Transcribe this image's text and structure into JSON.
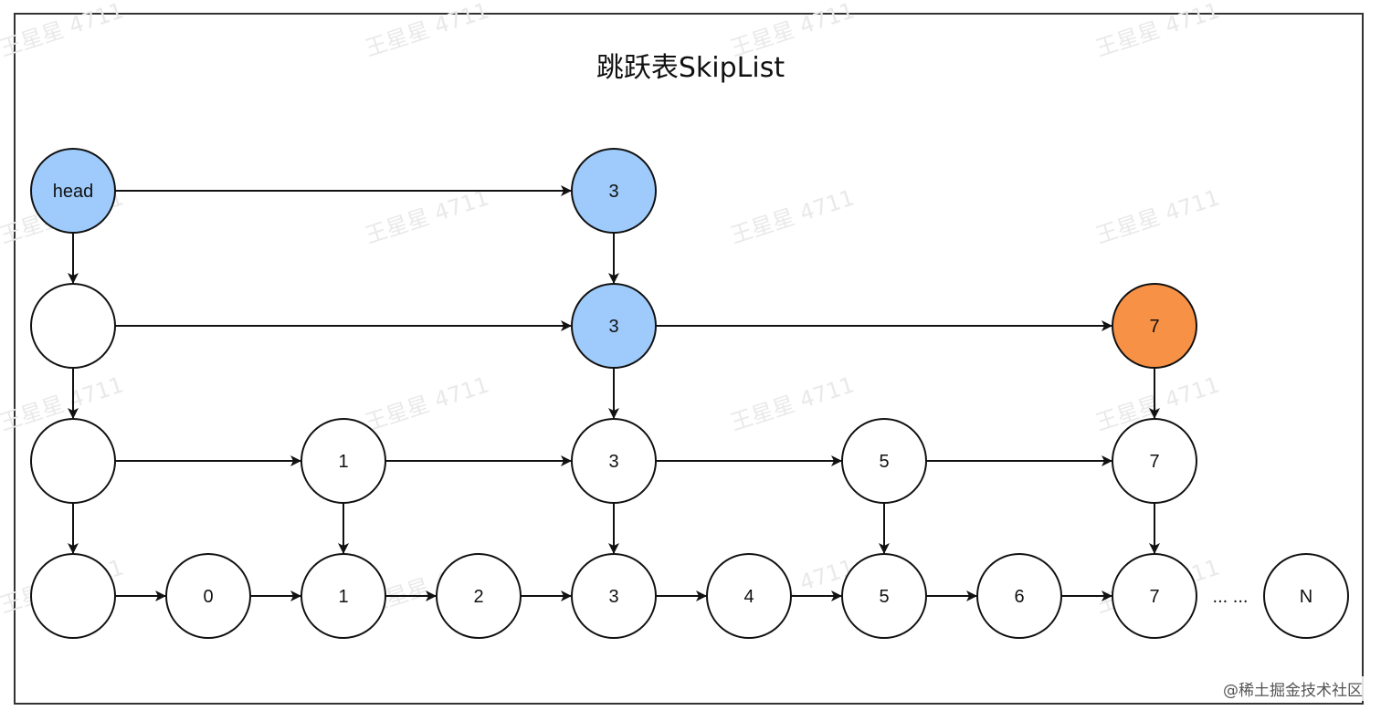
{
  "title": "跳跃表SkipList",
  "credit": "@稀土掘金技术社区",
  "watermark": "王星星 4711",
  "ellipsis": "... ...",
  "colors": {
    "blue": "#9ecbfb",
    "orange": "#f79145",
    "white": "#ffffff",
    "stroke": "#111111"
  },
  "levels": [
    [
      {
        "label": "head",
        "col": 0,
        "color": "blue"
      },
      {
        "label": "3",
        "col": 4,
        "color": "blue"
      }
    ],
    [
      {
        "label": "",
        "col": 0,
        "color": "white"
      },
      {
        "label": "3",
        "col": 4,
        "color": "blue"
      },
      {
        "label": "7",
        "col": 8,
        "color": "orange"
      }
    ],
    [
      {
        "label": "",
        "col": 0,
        "color": "white"
      },
      {
        "label": "1",
        "col": 2,
        "color": "white"
      },
      {
        "label": "3",
        "col": 4,
        "color": "white"
      },
      {
        "label": "5",
        "col": 6,
        "color": "white"
      },
      {
        "label": "7",
        "col": 8,
        "color": "white"
      }
    ],
    [
      {
        "label": "",
        "col": 0,
        "color": "white"
      },
      {
        "label": "0",
        "col": 1,
        "color": "white"
      },
      {
        "label": "1",
        "col": 2,
        "color": "white"
      },
      {
        "label": "2",
        "col": 3,
        "color": "white"
      },
      {
        "label": "3",
        "col": 4,
        "color": "white"
      },
      {
        "label": "4",
        "col": 5,
        "color": "white"
      },
      {
        "label": "5",
        "col": 6,
        "color": "white"
      },
      {
        "label": "6",
        "col": 7,
        "color": "white"
      },
      {
        "label": "7",
        "col": 8,
        "color": "white"
      }
    ]
  ],
  "tail_node": {
    "label": "N",
    "color": "white"
  }
}
